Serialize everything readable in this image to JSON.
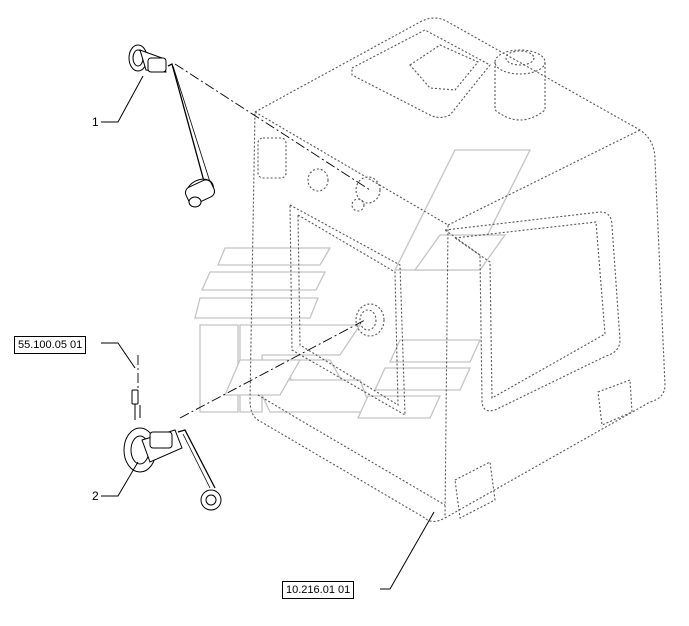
{
  "callouts": {
    "item1": "1",
    "item2": "2"
  },
  "references": {
    "ref_upper": "55.100.05 01",
    "ref_lower": "10.216.01 01"
  },
  "colors": {
    "line": "#000000",
    "tank_outline": "#555555",
    "watermark": "#c8c8c8"
  }
}
